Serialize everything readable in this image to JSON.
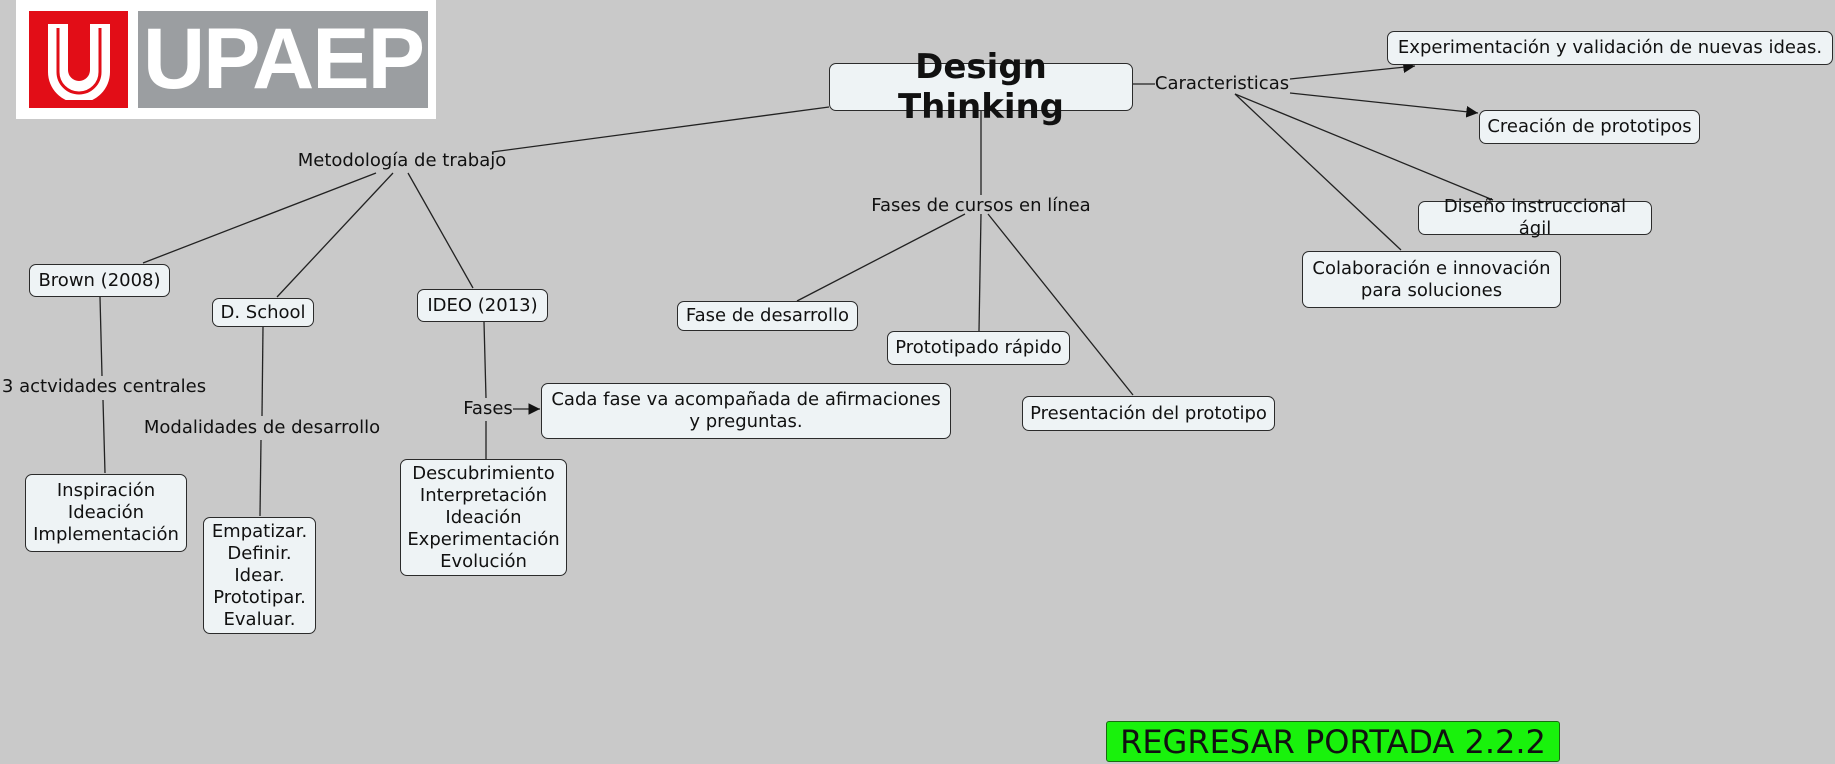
{
  "logo": {
    "wordmark": "UPAEP",
    "mark": "U"
  },
  "main": {
    "title": "Design Thinking"
  },
  "linking": {
    "caracteristicas": "Caracteristicas",
    "metodologia": "Metodología de trabajo",
    "fases_cursos": "Fases de cursos en línea",
    "actividades": "3 actvidades centrales",
    "modalidades": "Modalidades de desarrollo",
    "fases": "Fases"
  },
  "concepts": {
    "experimentacion": "Experimentación y validación de nuevas ideas.",
    "creacion": "Creación de prototipos",
    "diseno": "Diseño instruccional ágil",
    "colaboracion": "Colaboración e innovación\npara soluciones",
    "brown": "Brown (2008)",
    "dschool": "D. School",
    "ideo": "IDEO (2013)",
    "inspiracion": "Inspiración\nIdeación\nImplementación",
    "empatizar": "Empatizar.\nDefinir.\nIdear.\nPrototipar.\nEvaluar.",
    "descubrimiento": "Descubrimiento\nInterpretación\nIdeación\nExperimentación\nEvolución",
    "cada_fase": "Cada fase va acompañada de afirmaciones\ny preguntas.",
    "fase_desarrollo": "Fase de desarrollo",
    "prototipado": "Prototipado rápido",
    "presentacion": "Presentación del prototipo"
  },
  "navigation": {
    "back_label": "REGRESAR PORTADA 2.2.2"
  },
  "colors": {
    "background": "#c9c9c9",
    "node_fill": "#eef3f5",
    "button": "#19f20c",
    "logo_red": "#e20d17",
    "logo_gray": "#9b9ea1"
  }
}
